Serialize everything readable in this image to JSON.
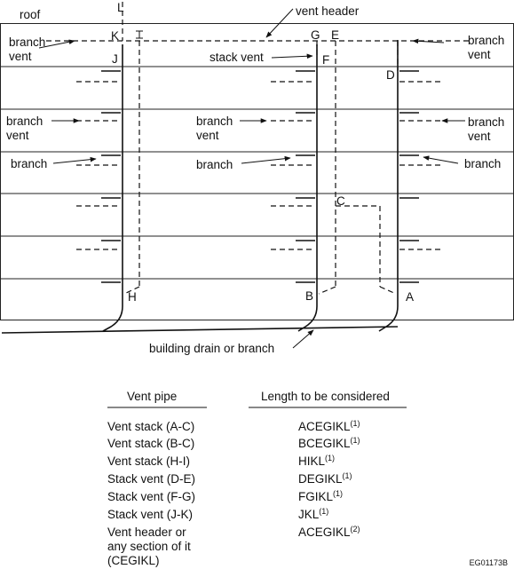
{
  "diagram": {
    "roof": "roof",
    "vent_header": "vent header",
    "branch_vent": [
      "branch",
      "vent"
    ],
    "stack_vent": "stack vent",
    "branch": "branch",
    "building_drain": "building drain or branch",
    "points": {
      "L": "L",
      "K": "K",
      "J": "J",
      "I": "I",
      "G": "G",
      "E": "E",
      "F": "F",
      "D": "D",
      "C": "C",
      "H": "H",
      "B": "B",
      "A": "A"
    }
  },
  "table": {
    "header": [
      "Vent pipe",
      "Length to be considered"
    ],
    "rows": [
      {
        "pipe": [
          "Vent stack (A-C)"
        ],
        "length": "ACEGIKL",
        "note": "(1)"
      },
      {
        "pipe": [
          "Vent stack (B-C)"
        ],
        "length": "BCEGIKL",
        "note": "(1)"
      },
      {
        "pipe": [
          "Vent stack (H-I)"
        ],
        "length": "HIKL",
        "note": "(1)"
      },
      {
        "pipe": [
          "Stack vent (D-E)"
        ],
        "length": "DEGIKL",
        "note": "(1)"
      },
      {
        "pipe": [
          "Stack vent (F-G)"
        ],
        "length": "FGIKL",
        "note": "(1)"
      },
      {
        "pipe": [
          "Stack vent (J-K)"
        ],
        "length": "JKL",
        "note": "(1)"
      },
      {
        "pipe": [
          "Vent header or",
          "any section of it",
          "(CEGIKL)"
        ],
        "length": "ACEGIKL",
        "note": "(2)"
      }
    ]
  },
  "figure_code": "EG01173B"
}
